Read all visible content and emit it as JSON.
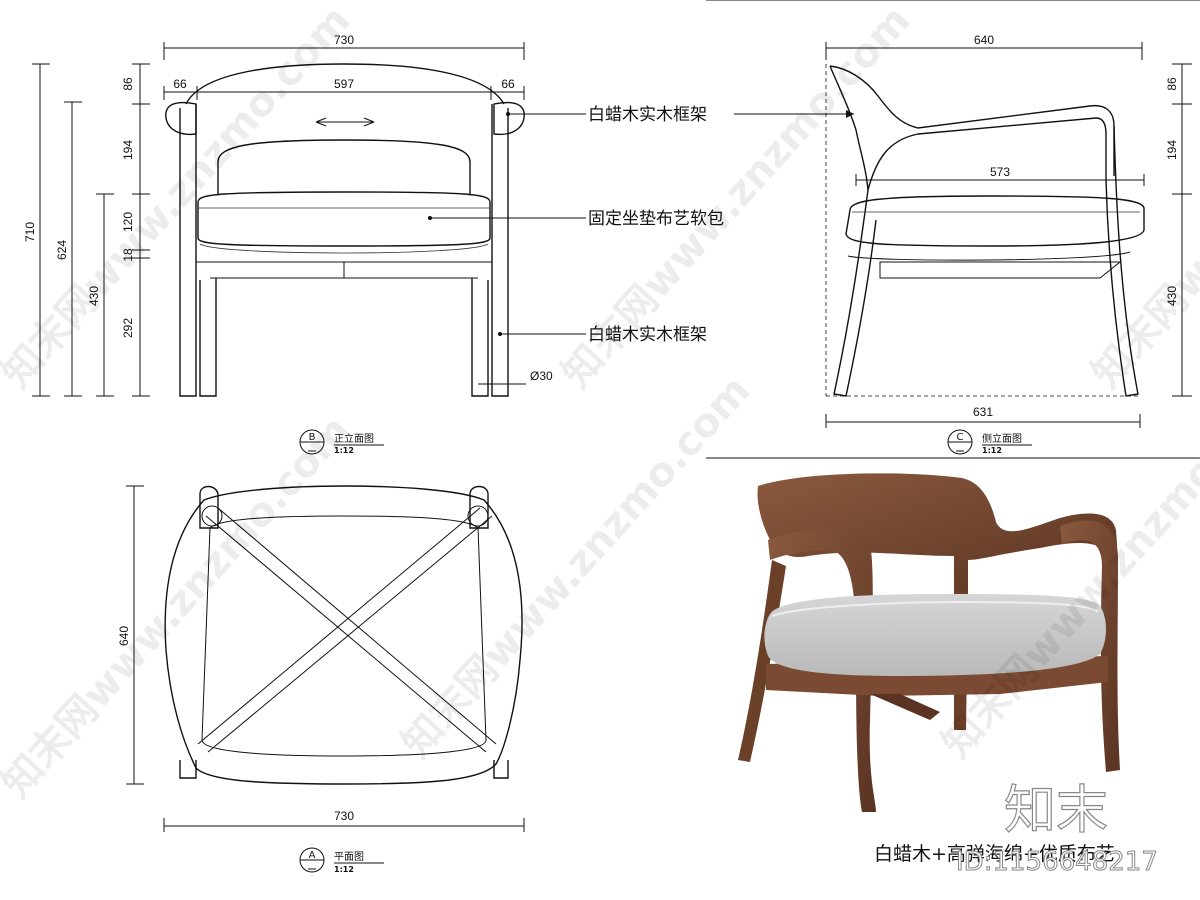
{
  "front_view": {
    "dim_top_total": "730",
    "dim_arm_left": "66",
    "dim_inner": "597",
    "dim_arm_right": "66",
    "dim_h_86": "86",
    "dim_h_194": "194",
    "dim_h_120": "120",
    "dim_h_18": "18",
    "dim_h_292": "292",
    "dim_total_710": "710",
    "dim_624": "624",
    "dim_430": "430",
    "dim_leg_dia": "Ø30",
    "label_frame_top": "白蜡木实木框架",
    "label_cushion": "固定坐垫布艺软包",
    "label_frame_bottom": "白蜡木实木框架",
    "caption_letter": "B",
    "caption_title": "正立面图",
    "caption_scale": "1:12"
  },
  "side_view": {
    "dim_top_640": "640",
    "dim_seat_573": "573",
    "dim_bottom_631": "631",
    "dim_h_86": "86",
    "dim_h_194": "194",
    "dim_h_430": "430",
    "caption_letter": "C",
    "caption_title": "侧立面图",
    "caption_scale": "1:12"
  },
  "plan_view": {
    "dim_depth_640": "640",
    "dim_width_730": "730",
    "caption_letter": "A",
    "caption_title": "平面图",
    "caption_scale": "1:12"
  },
  "photo": {
    "material_caption": "白蜡木+高弹海绵+优质布艺",
    "logo_text": "知末",
    "id_text": "ID:1156648217"
  },
  "watermark": "知末网www.znzmo.com",
  "colors": {
    "wood": "#7a4a32",
    "wood_dark": "#5a3322",
    "fabric": "#c9c9c9",
    "line": "#111111"
  }
}
